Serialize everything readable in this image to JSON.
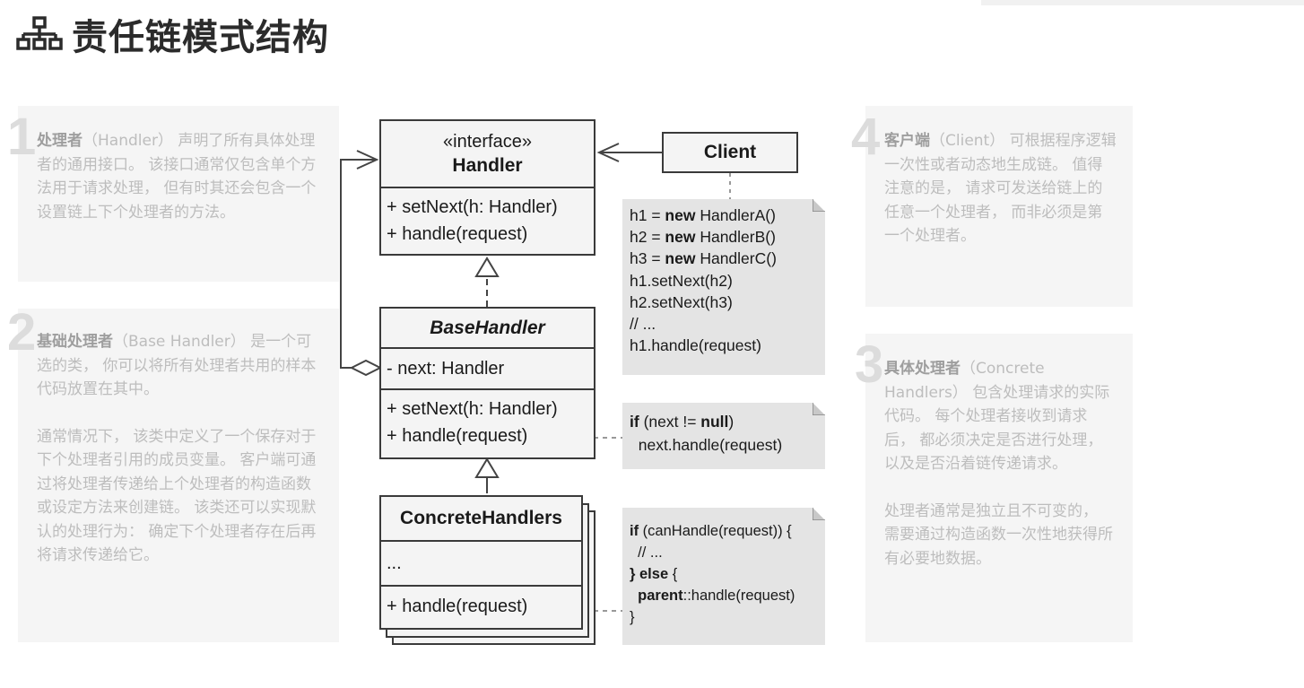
{
  "title": "责任链模式结构",
  "title_icon": "sitemap-icon",
  "panels": {
    "handler": {
      "num": "1",
      "bold": "处理者",
      "text": "（Handler） 声明了所有具体处理者的通用接口。 该接口通常仅包含单个方法用于请求处理， 但有时其还会包含一个设置链上下个处理者的方法。"
    },
    "base": {
      "num": "2",
      "bold": "基础处理者",
      "text": "（Base Handler） 是一个可选的类， 你可以将所有处理者共用的样本代码放置在其中。",
      "text2": "通常情况下， 该类中定义了一个保存对于下个处理者引用的成员变量。 客户端可通过将处理者传递给上个处理者的构造函数或设定方法来创建链。 该类还可以实现默认的处理行为： 确定下个处理者存在后再将请求传递给它。"
    },
    "client": {
      "num": "4",
      "bold": "客户端",
      "text": "（Client） 可根据程序逻辑一次性或者动态地生成链。 值得注意的是， 请求可发送给链上的任意一个处理者， 而非必须是第一个处理者。"
    },
    "concrete": {
      "num": "3",
      "bold": "具体处理者",
      "text": "（Concrete Handlers） 包含处理请求的实际代码。 每个处理者接收到请求后， 都必须决定是否进行处理， 以及是否沿着链传递请求。",
      "text2": "处理者通常是独立且不可变的， 需要通过构造函数一次性地获得所有必要地数据。"
    }
  },
  "uml": {
    "handler": {
      "stereotype": "«interface»",
      "name": "Handler",
      "methods": [
        "+ setNext(h: Handler)",
        "+ handle(request)"
      ]
    },
    "base_handler": {
      "name": "BaseHandler",
      "field": "- next: Handler",
      "methods": [
        "+ setNext(h: Handler)",
        "+ handle(request)"
      ]
    },
    "concrete": {
      "name": "ConcreteHandlers",
      "field": "...",
      "method": "+ handle(request)"
    },
    "client": {
      "name": "Client"
    }
  },
  "notes": {
    "client_code": [
      {
        "a": "h1 = ",
        "kw": "new",
        "b": " HandlerA()"
      },
      {
        "a": "h2 = ",
        "kw": "new",
        "b": " HandlerB()"
      },
      {
        "a": "h3 = ",
        "kw": "new",
        "b": " HandlerC()"
      },
      {
        "a": "h1.setNext(h2)",
        "kw": "",
        "b": ""
      },
      {
        "a": "h2.setNext(h3)",
        "kw": "",
        "b": ""
      },
      {
        "a": "// ...",
        "kw": "",
        "b": ""
      },
      {
        "a": "h1.handle(request)",
        "kw": "",
        "b": ""
      }
    ],
    "base_code": [
      {
        "kw": "if",
        "a": " (next != ",
        "kw2": "null",
        "b": ")"
      },
      {
        "kw": "",
        "a": "  next.handle(request)",
        "kw2": "",
        "b": ""
      }
    ],
    "concrete_code": [
      {
        "kw": "if",
        "a": " (canHandle(request)) {"
      },
      {
        "kw": "",
        "a": "  // ..."
      },
      {
        "kw": "} else",
        "a": " {"
      },
      {
        "kw": "  parent",
        "a": "::handle(request)"
      },
      {
        "kw": "",
        "a": "}"
      }
    ]
  },
  "colors": {
    "panel_bg": "#f5f5f5",
    "panel_text": "#bdbdbd",
    "note_bg": "#e4e4e4",
    "line": "#444444"
  }
}
